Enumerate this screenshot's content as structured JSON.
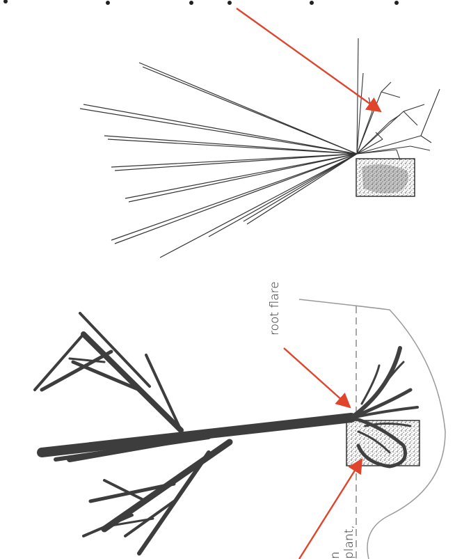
{
  "labels": {
    "root_flare": "root flare",
    "cut_line_1": "n",
    "cut_line_2": "plant,"
  },
  "colors": {
    "arrow": "#e0452c",
    "trunk": "#3d3d3d",
    "roots": "#404040",
    "soil": "#8a8a8a",
    "mound": "#9a9a9a"
  }
}
